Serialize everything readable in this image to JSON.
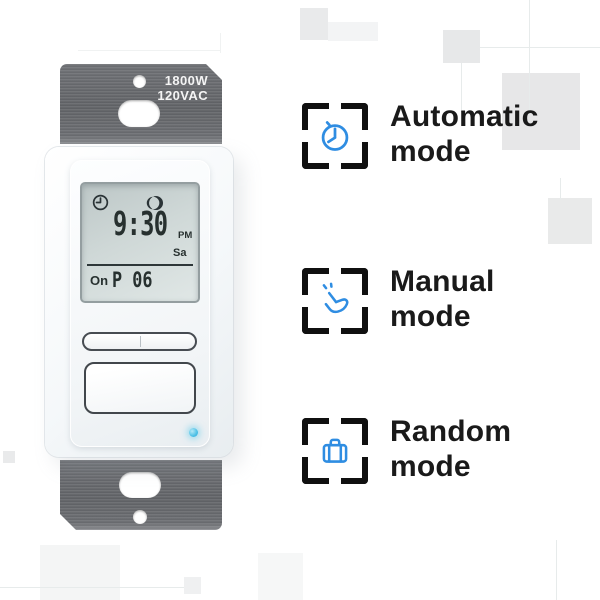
{
  "colors": {
    "background": "#ffffff",
    "accent_blue": "#2f8de2",
    "bracket_black": "#101010",
    "metal_gray": "#636569",
    "lcd_background": "#ccd5d4",
    "lcd_ink": "#27302f",
    "led_blue": "#4cc0e6",
    "decor_gray": "#e9eaeb"
  },
  "device": {
    "rating_line1": "1800W",
    "rating_line2": "120VAC",
    "lcd": {
      "clock_icon": "clock-icon",
      "moon_icon": "moon-icon",
      "time": "9:30",
      "meridiem": "PM",
      "day": "Sa",
      "state": "On",
      "program": "P 06"
    }
  },
  "features": [
    {
      "icon": "clock-icon",
      "line1": "Automatic",
      "line2": "mode"
    },
    {
      "icon": "hand-tap-icon",
      "line1": "Manual",
      "line2": "mode"
    },
    {
      "icon": "briefcase-icon",
      "line1": "Random",
      "line2": "mode"
    }
  ]
}
